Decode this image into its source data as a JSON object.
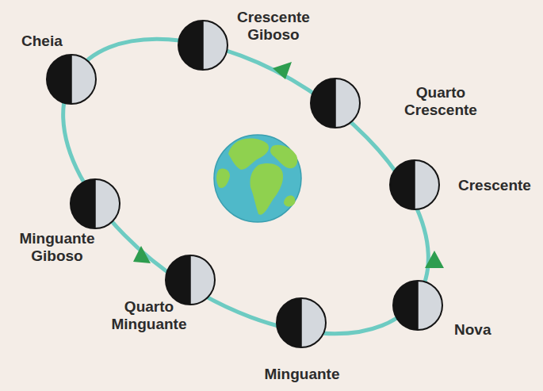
{
  "diagram": {
    "labels": [
      "Cheia",
      "Crescente Giboso",
      "Quarto Crescente",
      "Crescente",
      "Nova",
      "Minguante",
      "Quarto Minguante",
      "Minguante Giboso"
    ]
  }
}
